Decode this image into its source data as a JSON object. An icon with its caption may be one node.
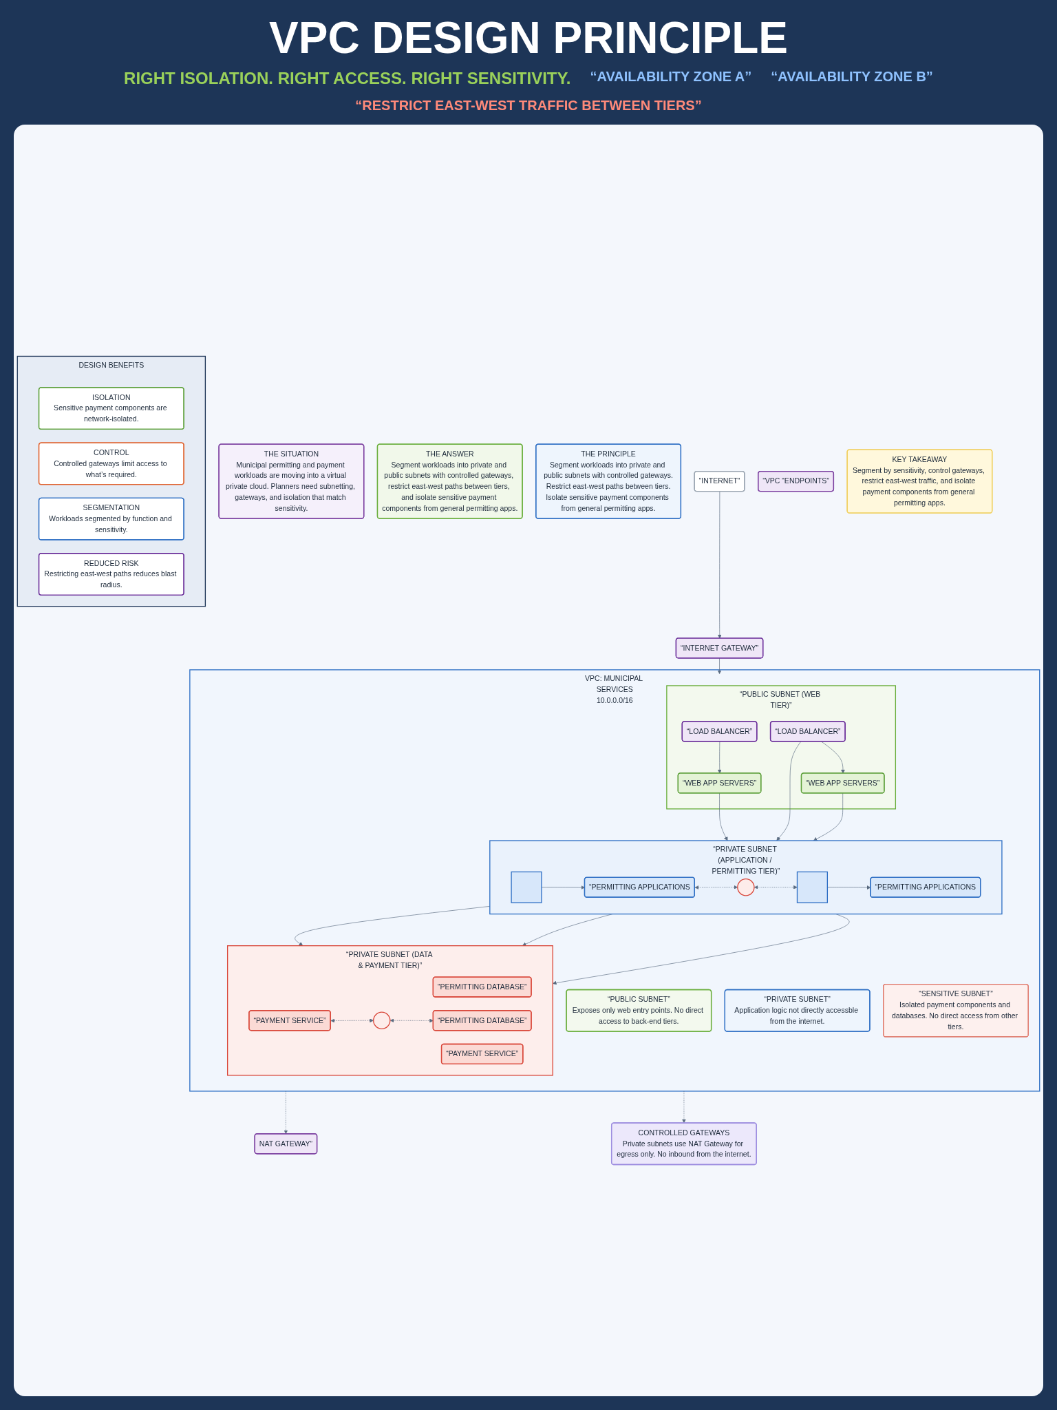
{
  "diagram": {
    "title": "VPC DESIGN PRINCIPLE",
    "nodes": [
      {
        "text": [
          "THE SITUATION",
          "Municipal permitting and payment workloads are moving into a virtual private cloud. Planners need subnetting, gateways, and isolation that match sensitivity."
        ]
      },
      {
        "text": [
          "THE ANSWER",
          "Segment workloads into private and public subnets with controlled gateways, restrict east-west paths between tiers, and isolate sensitive payment components from general permitting apps."
        ]
      },
      {
        "text": [
          "THE PRINCIPLE",
          "Segment workloads into private and public subnets with controlled gateways.",
          "Restrict east-west paths between tiers.",
          "Isolate sensitive payment components from general permitting apps."
        ]
      },
      {
        "text": [
          "VPC: MUNICIPAL SERVICES",
          "10.0.0.0/16"
        ]
      },
      {
        "text": [
          "“INTERNET”"
        ]
      },
      {
        "text": [
          "“INTERNET GATEWAY”"
        ]
      },
      {
        "text": [
          "“PUBLIC SUBNET (WEB TIER)”"
        ],
        "in": 3
      },
      {
        "text": [
          "“LOAD BALANCER”"
        ],
        "in": 6
      },
      {
        "text": [
          "“WEB APP SERVERS”"
        ],
        "in": 6
      },
      {
        "text": [
          "“LOAD BALANCER”"
        ],
        "in": 6
      },
      {
        "text": [
          "“WEB APP SERVERS”"
        ],
        "in": 6
      },
      {
        "text": [
          "“PRIVATE SUBNET (APPLICATION / PERMITTING TIER)”"
        ],
        "in": 3
      },
      {
        "text": [],
        "shape": "box",
        "in": 11
      },
      {
        "text": [
          "“PERMITTING APPLICATIONS"
        ],
        "in": 11
      },
      {
        "text": [],
        "shape": "circle",
        "in": 11
      },
      {
        "text": [],
        "shape": "box",
        "in": 11
      },
      {
        "text": [
          "“PERMITTING APPLICATIONS"
        ],
        "in": 11
      },
      {
        "text": [
          "“PRIVATE SUBNET (DATA & PAYMENT TIER)”"
        ],
        "in": 3
      },
      {
        "text": [
          "“PERMITTING DATABASE”"
        ],
        "in": 17
      },
      {
        "text": [
          "“PAYMENT SERVICE”"
        ],
        "in": 17
      },
      {
        "text": [],
        "shape": "circle",
        "in": 17
      },
      {
        "text": [
          "“PERMITTING DATABASE”"
        ],
        "in": 17
      },
      {
        "text": [
          "“PAYMENT SERVICE”"
        ],
        "in": 17
      },
      {
        "text": [
          "“PUBLIC SUBNET”",
          "Exposes only web entry points. No direct access to back-end tiers."
        ],
        "in": 3
      },
      {
        "text": [
          "“PRIVATE SUBNET”",
          "Application logic not directly accessble from the internet."
        ],
        "in": 3
      },
      {
        "text": [
          "“SENSITIVE SUBNET”",
          "Isolated payment components and databases. No direct access from other tiers."
        ],
        "in": 3
      },
      {
        "text": [
          "NAT GATEWAY”"
        ]
      },
      {
        "text": [
          "CONTROLLED GATEWAYS",
          "Private subnets use NAT Gateway for egress only. No inbound from the internet."
        ]
      },
      {
        "text": [
          "“VPC “ENDPOINTS”"
        ]
      },
      {
        "text": [
          "KEY TAKEAWAY",
          "Segment by sensitivity, control gateways, restrict east-west traffic, and isolate payment components from general permitting apps."
        ]
      },
      {
        "text": [
          "DESIGN BENEFITS"
        ]
      },
      {
        "text": [
          "ISOLATION",
          "Sensitive payment components are network-isolated."
        ],
        "in": 30
      },
      {
        "text": [
          "CONTROL",
          "Controlled gateways limit access to what’s required."
        ],
        "in": 30
      },
      {
        "text": [
          "SEGMENTATION",
          "Workloads segmented by function and sensitivity."
        ],
        "in": 30
      },
      {
        "text": [
          "REDUCED RISK",
          "Restricting east-west paths reduces blast radius."
        ],
        "in": 30
      }
    ],
    "edges": [
      {
        "from": 4,
        "to": 5,
        "arrow": "to"
      },
      {
        "from": 5,
        "to": 6,
        "arrow": "to"
      },
      {
        "from": 7,
        "to": 8,
        "arrow": "to"
      },
      {
        "from": 9,
        "to": 10,
        "arrow": "to"
      },
      {
        "from": 8,
        "to": 11,
        "arrow": "to"
      },
      {
        "from": 9,
        "to": 11,
        "arrow": "to"
      },
      {
        "from": 10,
        "to": 11,
        "arrow": "to"
      },
      {
        "from": 12,
        "to": 13,
        "arrow": "to"
      },
      {
        "from": 13,
        "to": 14,
        "arrow": "both",
        "style": "dashed"
      },
      {
        "from": 14,
        "to": 15,
        "arrow": "both",
        "style": "dashed"
      },
      {
        "from": 15,
        "to": 16,
        "arrow": "to"
      },
      {
        "from": 11,
        "to": 17,
        "arrow": "to"
      },
      {
        "from": 11,
        "to": 17,
        "arrow": "to"
      },
      {
        "from": 11,
        "to": 17,
        "arrow": "to"
      },
      {
        "from": 19,
        "to": 20,
        "arrow": "both",
        "style": "dashed"
      },
      {
        "from": 20,
        "to": 21,
        "arrow": "both",
        "style": "dashed"
      },
      {
        "from": 3,
        "to": 26,
        "arrow": "to",
        "style": "dashed"
      },
      {
        "from": 3,
        "to": 27,
        "arrow": "to",
        "style": "dashed"
      }
    ],
    "labels": [
      "RIGHT ISOLATION. RIGHT ACCESS. RIGHT SENSITIVITY.",
      "“AVAILABILITY ZONE A”",
      "“AVAILABILITY ZONE B”",
      "“RESTRICT EAST-WEST TRAFFIC BETWEEN TIERS”"
    ]
  }
}
